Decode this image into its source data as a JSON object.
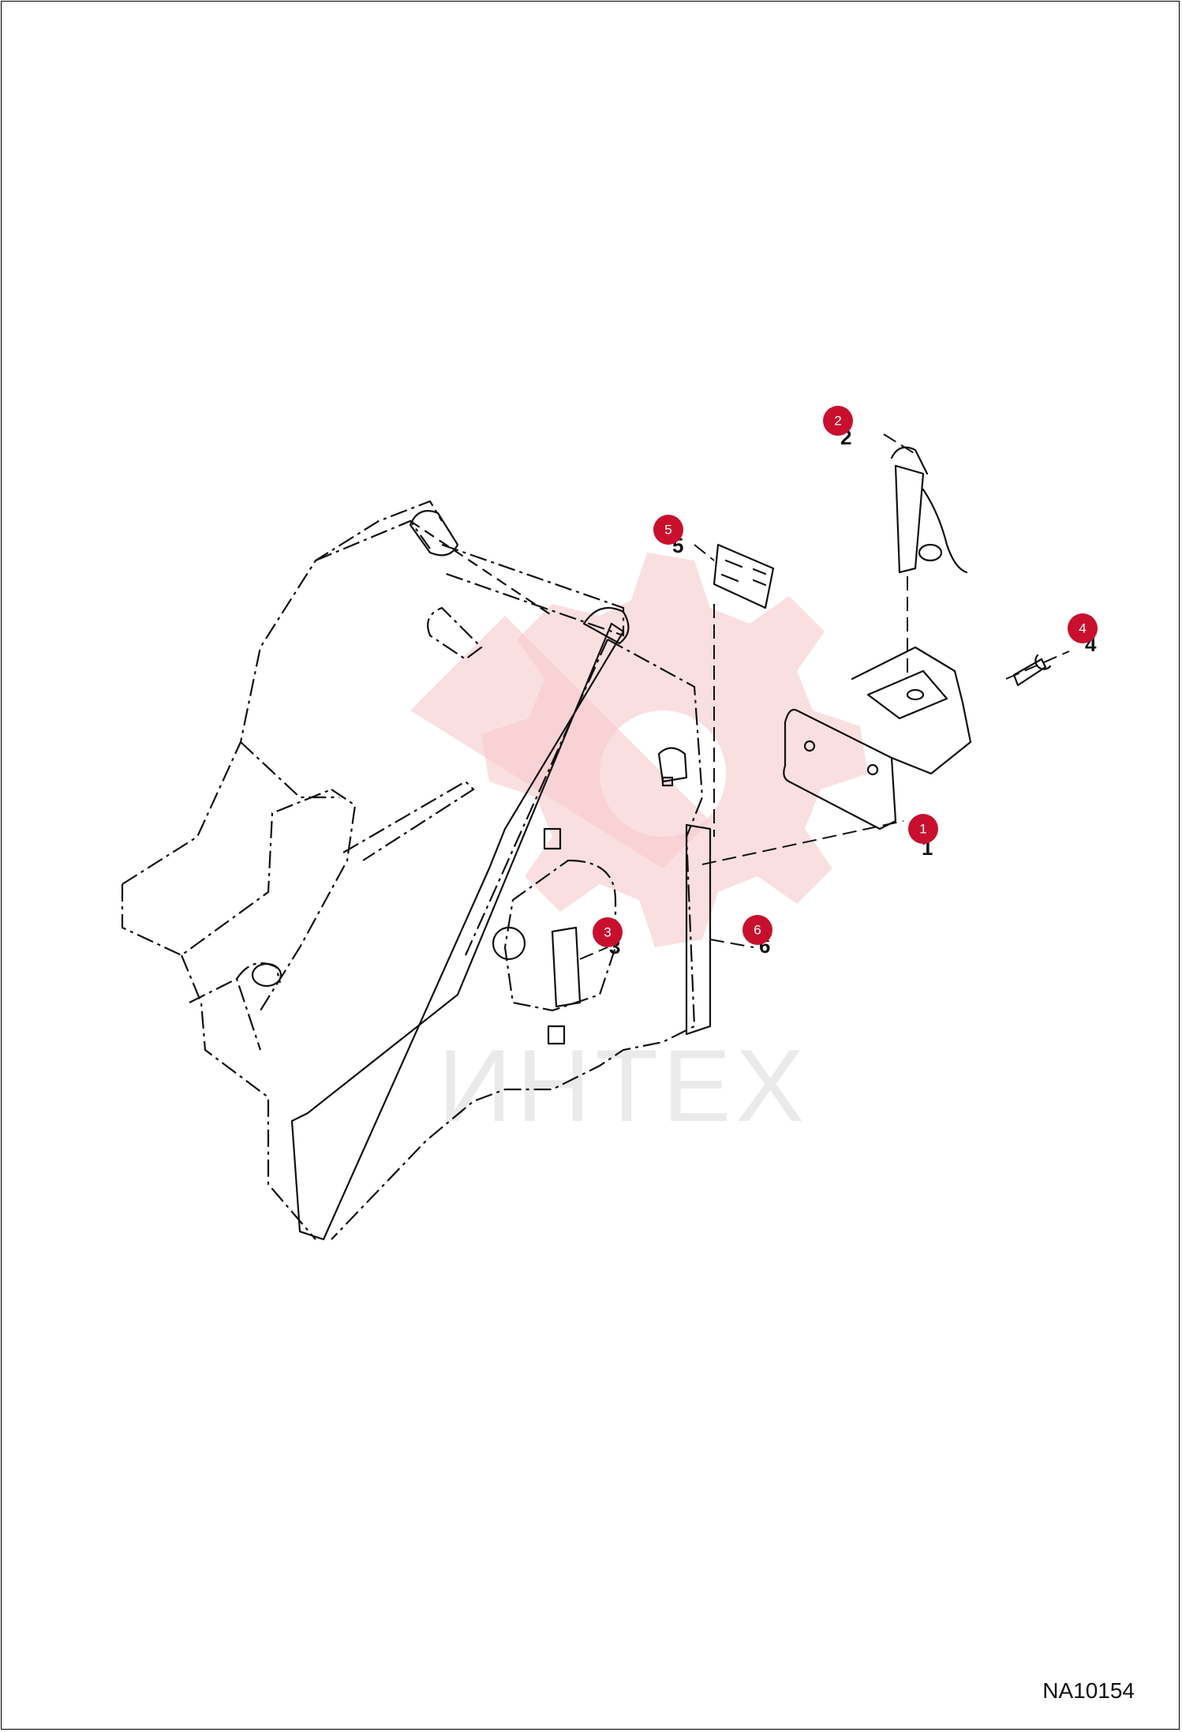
{
  "drawing": {
    "code": "NA10154",
    "watermark": "ИНТЕХ",
    "callouts": [
      {
        "id": "1",
        "label": "1",
        "badge": "1"
      },
      {
        "id": "2",
        "label": "2",
        "badge": "2"
      },
      {
        "id": "3",
        "label": "3",
        "badge": "3"
      },
      {
        "id": "4",
        "label": "4",
        "badge": "4"
      },
      {
        "id": "5",
        "label": "5",
        "badge": "5"
      },
      {
        "id": "6",
        "label": "6",
        "badge": "6"
      }
    ]
  },
  "colors": {
    "badge": "#c8102e",
    "line": "#111111",
    "watermark_text": "#d9d9d9",
    "watermark_gear": "#f7c9cd"
  }
}
